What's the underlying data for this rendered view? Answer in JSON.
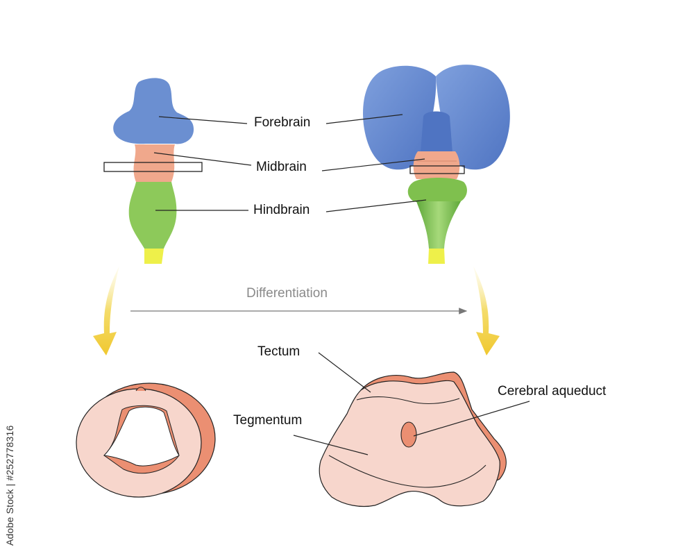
{
  "labels": {
    "forebrain": "Forebrain",
    "midbrain": "Midbrain",
    "hindbrain": "Hindbrain",
    "differentiation": "Differentiation",
    "tectum": "Tectum",
    "tegmentum": "Tegmentum",
    "cerebral_aqueduct": "Cerebral aqueduct"
  },
  "watermark": "Adobe Stock | #252778316",
  "colors": {
    "forebrain": "#6b8fd1",
    "midbrain": "#f0a88c",
    "hindbrain": "#8dc95a",
    "spinal_cord": "#eef04a",
    "tissue_light": "#f7d6cc",
    "tissue_dark": "#eb8f72",
    "arrow_yellow": "#f2d64a",
    "differentiation_text": "#8a8a8a"
  }
}
